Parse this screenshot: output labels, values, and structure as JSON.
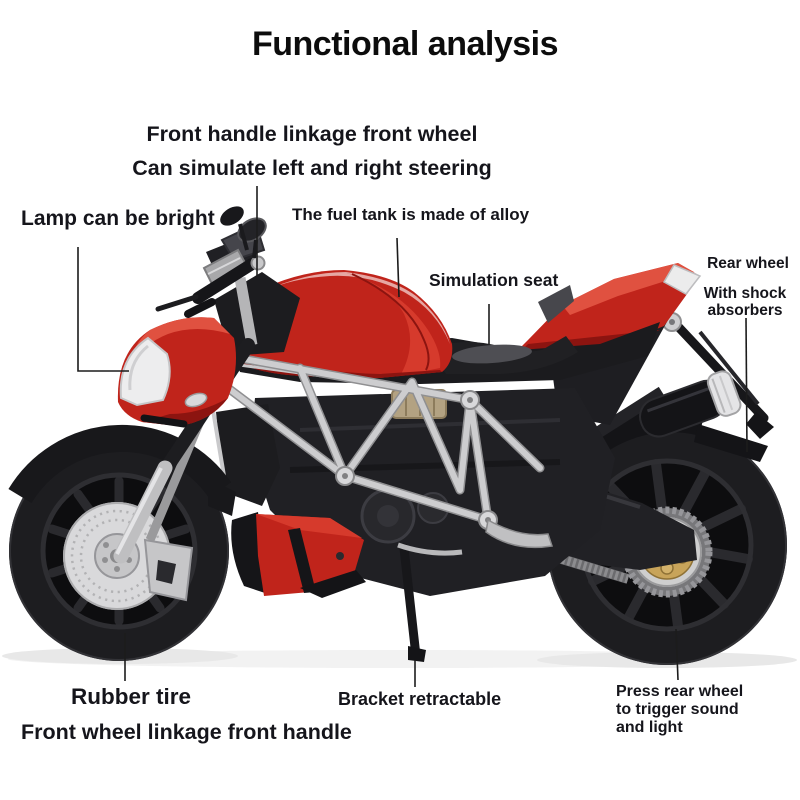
{
  "title": "Functional analysis",
  "labels": {
    "front_handle_line1": "Front handle linkage front wheel",
    "front_handle_line2": "Can simulate left and right steering",
    "lamp": "Lamp can be bright",
    "fuel_tank": "The fuel tank is made of alloy",
    "seat": "Simulation seat",
    "rear_wheel": "Rear wheel",
    "shock": "With shock absorbers",
    "rubber_tire": "Rubber tire",
    "front_wheel_linkage": "Front wheel linkage front handle",
    "bracket": "Bracket retractable",
    "press_rear_wheel": "Press rear wheel to trigger sound and light"
  },
  "colors": {
    "bike_red": "#c0241b",
    "bike_red_dark": "#8c1410",
    "bike_black": "#1b1b1e",
    "frame_silver": "#c6c6c8",
    "sprocket_gold": "#c8a45a",
    "text": "#15151b",
    "leader_line": "#1c1c1c"
  },
  "illustration": {
    "subject": "red-and-black die-cast motorcycle model, left-facing side view"
  }
}
